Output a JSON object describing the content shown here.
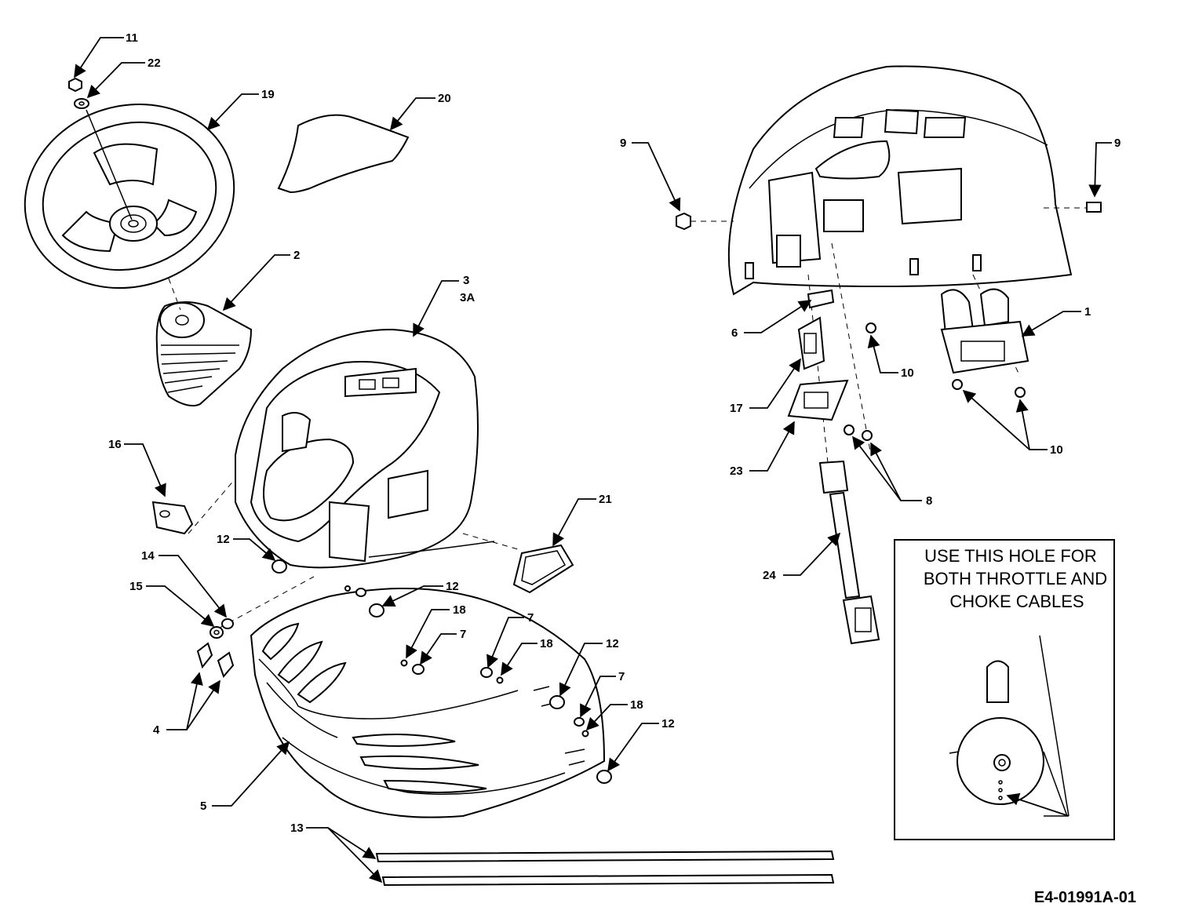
{
  "callouts": {
    "c1": "1",
    "c2": "2",
    "c3": "3",
    "c3a": "3A",
    "c4": "4",
    "c5": "5",
    "c6": "6",
    "c7a": "7",
    "c7b": "7",
    "c7c": "7",
    "c8": "8",
    "c9a": "9",
    "c9b": "9",
    "c10a": "10",
    "c10b": "10",
    "c11": "11",
    "c12a": "12",
    "c12b": "12",
    "c12c": "12",
    "c12d": "12",
    "c13": "13",
    "c14": "14",
    "c15": "15",
    "c16": "16",
    "c17": "17",
    "c18a": "18",
    "c18b": "18",
    "c18c": "18",
    "c19": "19",
    "c20": "20",
    "c21": "21",
    "c22": "22",
    "c23": "23",
    "c24": "24"
  },
  "note": {
    "line1": "USE THIS HOLE FOR",
    "line2": "BOTH THROTTLE AND",
    "line3": "CHOKE CABLES"
  },
  "drawing_code": "E4-01991A-01"
}
